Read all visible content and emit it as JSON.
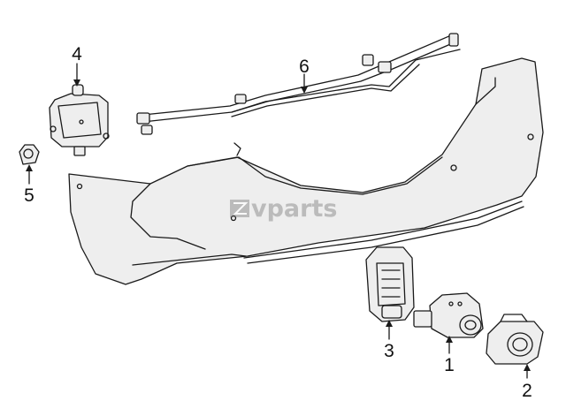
{
  "watermark": {
    "brand": "vparts",
    "logo_letters": "ZV"
  },
  "callouts": [
    {
      "id": "1",
      "label": "1",
      "part": "parking-sensor"
    },
    {
      "id": "2",
      "label": "2",
      "part": "sensor-retainer-bezel"
    },
    {
      "id": "3",
      "label": "3",
      "part": "sensor-bracket"
    },
    {
      "id": "4",
      "label": "4",
      "part": "control-module"
    },
    {
      "id": "5",
      "label": "5",
      "part": "nut"
    },
    {
      "id": "6",
      "label": "6",
      "part": "wire-harness"
    }
  ],
  "colors": {
    "line": "#1a1a1a",
    "fill": "#eeeeee",
    "shade": "#dcdcdc",
    "watermark": "#6a6a6a"
  }
}
